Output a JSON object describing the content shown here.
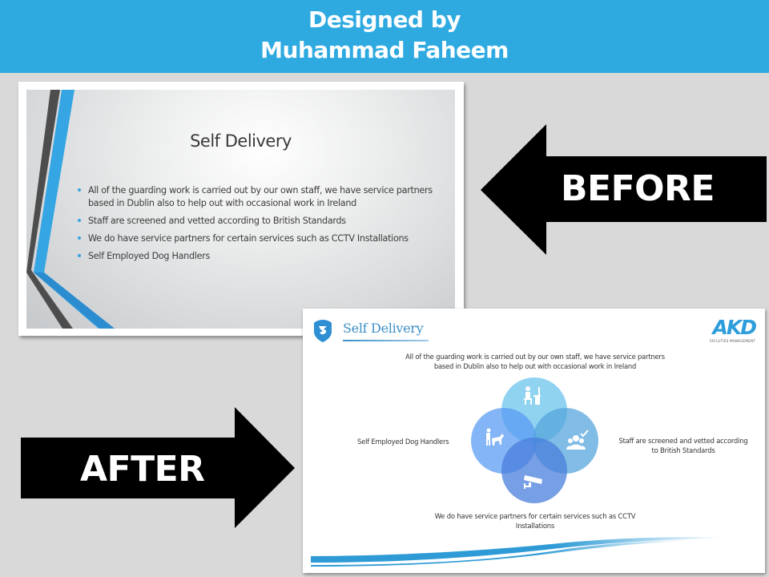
{
  "banner": {
    "line1": "Designed by",
    "line2": "Muhammad Faheem",
    "color": "#2eaae1"
  },
  "before_slide": {
    "title": "Self Delivery",
    "bullets": [
      "All of the guarding work is carried out by our own staff, we have service partners based in Dublin also to help out with occasional work in Ireland",
      "Staff are screened and vetted according to British Standards",
      "We do have service partners for certain services such as CCTV Installations",
      "Self Employed Dog Handlers"
    ],
    "stripe_colors": [
      "#4d4d4d",
      "#35a5e3"
    ]
  },
  "arrows": {
    "before_label": "BEFORE",
    "after_label": "AFTER",
    "color": "#000000"
  },
  "after_slide": {
    "title": "Self Delivery",
    "logo": {
      "text": "AKD",
      "subtext": "FACILITIES MANAGEMENT",
      "color": "#2e9ddc"
    },
    "top_text_line1": "All of the guarding work is carried out by our own staff, we have service partners",
    "top_text_line2": "based in Dublin also to help out with occasional work in Ireland",
    "left_text": "Self Employed Dog Handlers",
    "right_text_line1": "Staff are screened and vetted according",
    "right_text_line2": "to British Standards",
    "bottom_text_line1": "We do have service partners for certain services such as CCTV",
    "bottom_text_line2": "Installations",
    "circles": [
      {
        "name": "guarding",
        "icon": "desk-worker-icon",
        "color": "#6ec3ea"
      },
      {
        "name": "dog-handlers",
        "icon": "dog-handler-icon",
        "color": "#4f8ff0"
      },
      {
        "name": "vetting",
        "icon": "vetted-staff-icon",
        "color": "#4da2d9"
      },
      {
        "name": "cctv",
        "icon": "cctv-camera-icon",
        "color": "#4a7ed9"
      }
    ]
  }
}
